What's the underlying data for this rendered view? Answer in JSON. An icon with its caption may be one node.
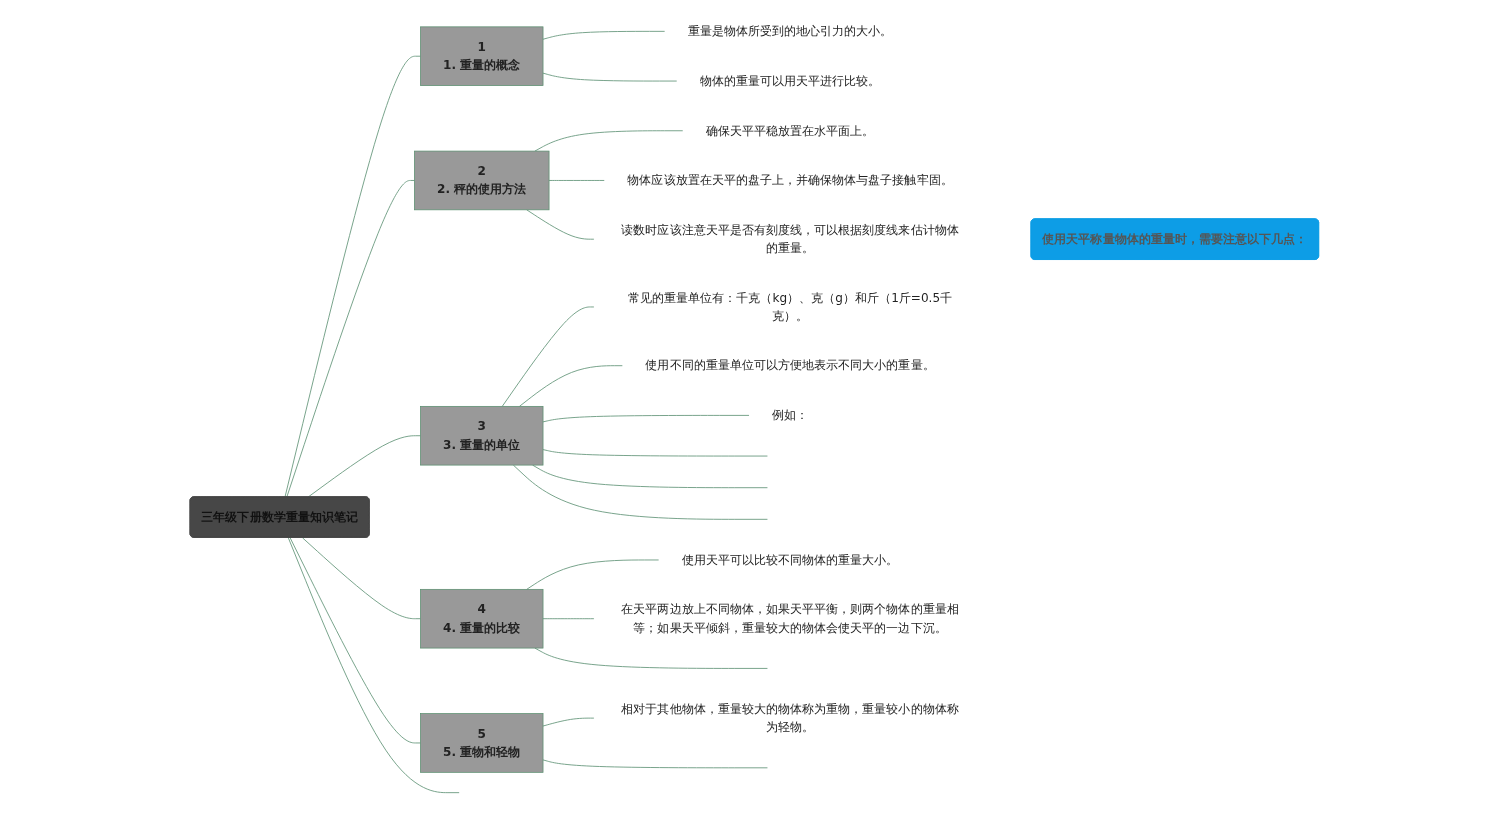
{
  "diagram": {
    "nodes": [
      {
        "text": [
          "三年级下册数学重量知识笔记"
        ]
      },
      {
        "text": [
          "1",
          "1. 重量的概念"
        ]
      },
      {
        "text": [
          "重量是物体所受到的地心引力的大小。"
        ]
      },
      {
        "text": [
          "物体的重量可以用天平进行比较。"
        ]
      },
      {
        "text": [
          "2",
          "2. 秤的使用方法"
        ]
      },
      {
        "text": [
          "确保天平平稳放置在水平面上。"
        ]
      },
      {
        "text": [
          "物体应该放置在天平的盘子上，并确保物体与盘子接触牢固。"
        ]
      },
      {
        "text": [
          "读数时应该注意天平是否有刻度线，可以根据刻度线来估计物体的重量。"
        ]
      },
      {
        "text": [
          "使用天平称量物体的重量时，需要注意以下几点："
        ]
      },
      {
        "text": [
          "3",
          "3. 重量的单位"
        ]
      },
      {
        "text": [
          "常见的重量单位有：千克（kg）、克（g）和斤（1斤=0.5千克）。"
        ]
      },
      {
        "text": [
          "使用不同的重量单位可以方便地表示不同大小的重量。"
        ]
      },
      {
        "text": [
          "例如："
        ]
      },
      {
        "text": [
          "4",
          "4. 重量的比较"
        ]
      },
      {
        "text": [
          "使用天平可以比较不同物体的重量大小。"
        ]
      },
      {
        "text": [
          "在天平两边放上不同物体，如果天平平衡，则两个物体的重量相等；如果天平倾斜，重量较大的物体会使天平的一边下沉。"
        ]
      },
      {
        "text": [
          "5",
          "5. 重物和轻物"
        ]
      },
      {
        "text": [
          "相对于其他物体，重量较大的物体称为重物，重量较小的物体称为轻物。"
        ]
      }
    ],
    "edges": [
      {
        "from": 0,
        "to": 1,
        "arrow": "none"
      },
      {
        "from": 1,
        "to": 2,
        "arrow": "none"
      },
      {
        "from": 1,
        "to": 3,
        "arrow": "none"
      },
      {
        "from": 0,
        "to": 4,
        "arrow": "none"
      },
      {
        "from": 4,
        "to": 5,
        "arrow": "none"
      },
      {
        "from": 4,
        "to": 6,
        "arrow": "none"
      },
      {
        "from": 4,
        "to": 7,
        "arrow": "none"
      },
      {
        "from": 0,
        "to": 9,
        "arrow": "none"
      },
      {
        "from": 9,
        "to": 10,
        "arrow": "none"
      },
      {
        "from": 9,
        "to": 11,
        "arrow": "none"
      },
      {
        "from": 9,
        "to": 12,
        "arrow": "none"
      },
      {
        "from": 9,
        "to": null,
        "arrow": "none"
      },
      {
        "from": 9,
        "to": null,
        "arrow": "none"
      },
      {
        "from": 9,
        "to": null,
        "arrow": "none"
      },
      {
        "from": 0,
        "to": 13,
        "arrow": "none"
      },
      {
        "from": 13,
        "to": 14,
        "arrow": "none"
      },
      {
        "from": 13,
        "to": 15,
        "arrow": "none"
      },
      {
        "from": 13,
        "to": null,
        "arrow": "none"
      },
      {
        "from": 0,
        "to": 16,
        "arrow": "none"
      },
      {
        "from": 16,
        "to": 17,
        "arrow": "none"
      },
      {
        "from": 16,
        "to": null,
        "arrow": "none"
      },
      {
        "from": 0,
        "to": null,
        "arrow": "none"
      }
    ]
  }
}
